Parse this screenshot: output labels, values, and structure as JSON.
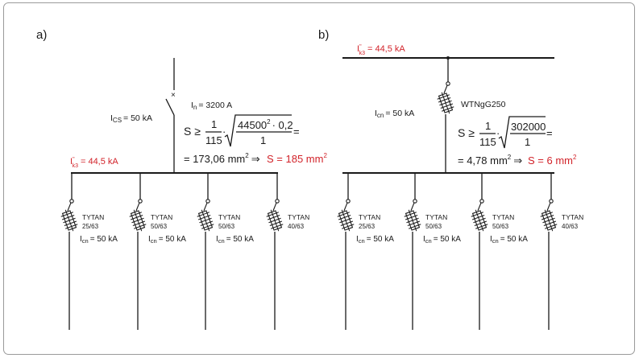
{
  "panel_a": {
    "label": "a)",
    "ics": "I",
    "ics_sub": "CS",
    "ics_value": "= 50 kA",
    "in_label": "I",
    "in_sub": "n",
    "in_value": "= 3200 A",
    "ik3_main": "I",
    "ik3_sup": "\"",
    "ik3_sub": "k3",
    "ik3_value": "= 44,5 kA",
    "formula_lhs": "S ≥",
    "frac_num": "1",
    "frac_den": "115",
    "dot": "·",
    "sqrt_num": "44500",
    "sqrt_num_exp": "2",
    "sqrt_num_tail": "· 0,2",
    "sqrt_den": "1",
    "eq": "=",
    "result_line": "= 173,06 mm",
    "result_exp": "2",
    "arrow": "⇒",
    "result_red": "S = 185 mm",
    "result_red_exp": "2",
    "fuses": [
      {
        "name": "TYTAN",
        "rating": "25/63",
        "icn": "I",
        "icn_sub": "cn",
        "icn_value": "= 50 kA"
      },
      {
        "name": "TYTAN",
        "rating": "50/63",
        "icn": "I",
        "icn_sub": "cn",
        "icn_value": "= 50 kA"
      },
      {
        "name": "TYTAN",
        "rating": "50/63",
        "icn": "I",
        "icn_sub": "cn",
        "icn_value": "= 50 kA"
      },
      {
        "name": "TYTAN",
        "rating": "40/63",
        "icn": "",
        "icn_sub": "",
        "icn_value": ""
      }
    ]
  },
  "panel_b": {
    "label": "b)",
    "ik3_main": "I",
    "ik3_sup": "\"",
    "ik3_sub": "k3",
    "ik3_value": "= 44,5 kA",
    "icn": "I",
    "icn_sub": "cn",
    "icn_value": "= 50 kA",
    "fuse_name": "WTNgG250",
    "formula_lhs": "S ≥",
    "frac_num": "1",
    "frac_den": "115",
    "dot": "·",
    "sqrt_num": "302000",
    "sqrt_den": "1",
    "eq": "=",
    "result_line": "= 4,78 mm",
    "result_exp": "2",
    "arrow": "⇒",
    "result_red": "S = 6 mm",
    "result_red_exp": "2",
    "fuses": [
      {
        "name": "TYTAN",
        "rating": "25/63",
        "icn": "I",
        "icn_sub": "cn",
        "icn_value": "= 50 kA"
      },
      {
        "name": "TYTAN",
        "rating": "50/63",
        "icn": "I",
        "icn_sub": "cn",
        "icn_value": "= 50 kA"
      },
      {
        "name": "TYTAN",
        "rating": "50/63",
        "icn": "I",
        "icn_sub": "cn",
        "icn_value": "= 50 kA"
      },
      {
        "name": "TYTAN",
        "rating": "40/63",
        "icn": "",
        "icn_sub": "",
        "icn_value": ""
      }
    ]
  }
}
